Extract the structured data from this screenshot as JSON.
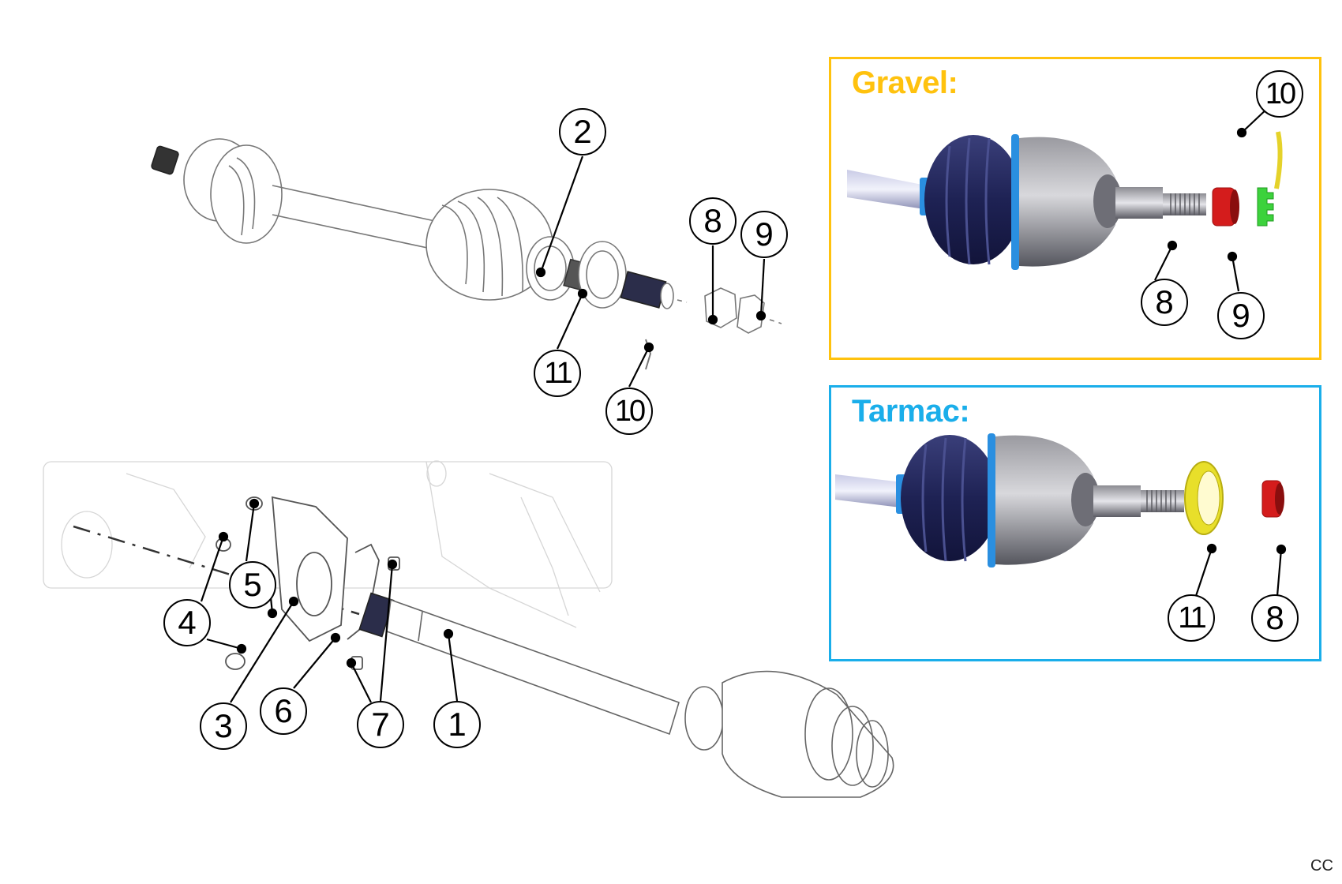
{
  "main_diagram": {
    "upper_assembly_callouts": [
      {
        "id": "2",
        "label": "2"
      },
      {
        "id": "11",
        "label": "11"
      },
      {
        "id": "10",
        "label": "10"
      },
      {
        "id": "8",
        "label": "8"
      },
      {
        "id": "9",
        "label": "9"
      }
    ],
    "lower_assembly_callouts": [
      {
        "id": "5",
        "label": "5"
      },
      {
        "id": "4",
        "label": "4"
      },
      {
        "id": "3",
        "label": "3"
      },
      {
        "id": "6",
        "label": "6"
      },
      {
        "id": "7",
        "label": "7"
      },
      {
        "id": "1",
        "label": "1"
      }
    ]
  },
  "panels": {
    "gravel": {
      "title": "Gravel:",
      "border_color": "#FFC20E",
      "callouts": [
        {
          "id": "10",
          "label": "10",
          "part_color": "#F2E03A"
        },
        {
          "id": "8",
          "label": "8",
          "part_color": "#E01E1E"
        },
        {
          "id": "9",
          "label": "9",
          "part_color": "#3CD23C"
        }
      ]
    },
    "tarmac": {
      "title": "Tarmac:",
      "border_color": "#1AAEEA",
      "callouts": [
        {
          "id": "11",
          "label": "11",
          "part_color": "#F0E63A"
        },
        {
          "id": "8",
          "label": "8",
          "part_color": "#E01E1E"
        }
      ]
    }
  },
  "footer": {
    "corner_text": "CC"
  }
}
